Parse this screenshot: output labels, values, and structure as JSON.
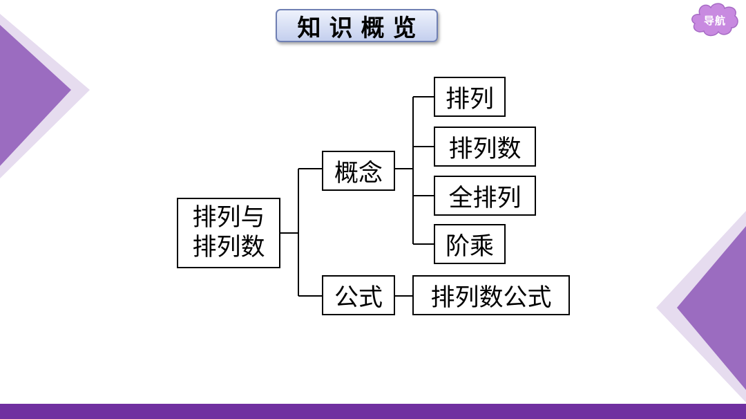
{
  "header": {
    "title": "知识概览"
  },
  "nav_button": {
    "label": "导航",
    "icon": "cloud-shape",
    "color": "#c88ae0"
  },
  "mind_map": {
    "root": {
      "line1": "排列与",
      "line2": "排列数"
    },
    "branches": [
      {
        "label": "概念",
        "children": [
          "排列",
          "排列数",
          "全排列",
          "阶乘"
        ]
      },
      {
        "label": "公式",
        "children": [
          "排列数公式"
        ]
      }
    ]
  },
  "colors": {
    "accent": "#7030a0",
    "triangle_light": "#e6dcef",
    "triangle_dark": "#9b6cc0"
  }
}
